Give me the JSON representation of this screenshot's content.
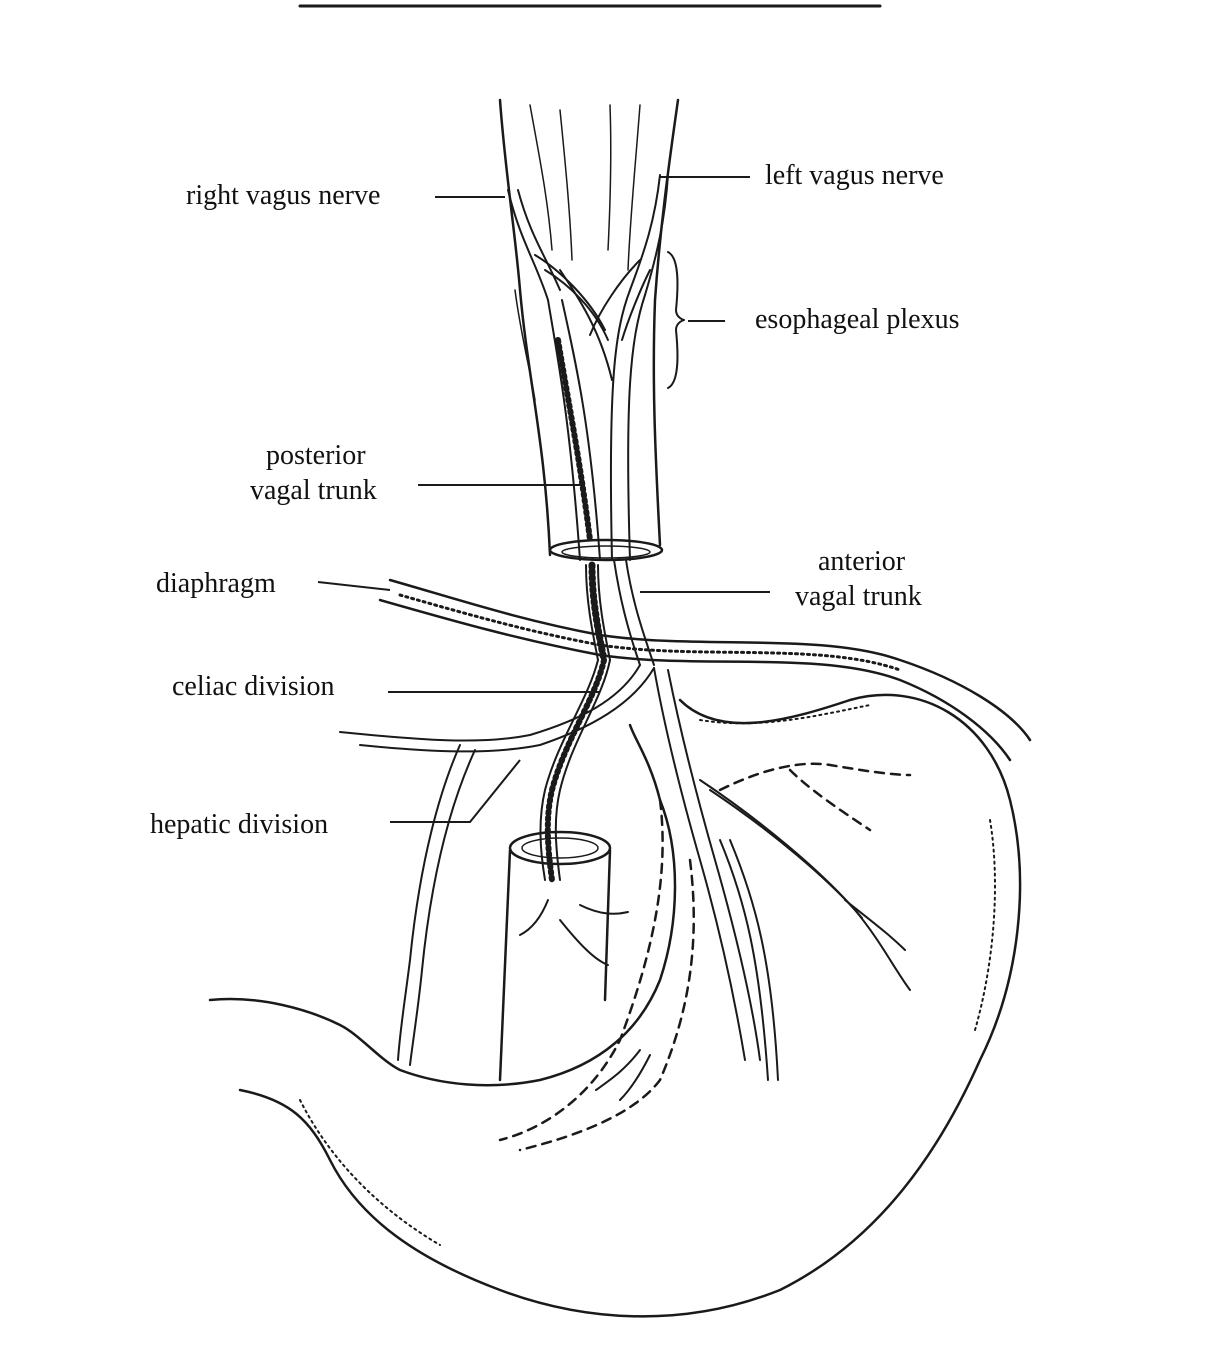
{
  "diagram": {
    "labels": {
      "right_vagus_nerve": "right vagus nerve",
      "left_vagus_nerve": "left vagus nerve",
      "esophageal_plexus": "esophageal plexus",
      "posterior_vagal_trunk_line1": "posterior",
      "posterior_vagal_trunk_line2": "vagal trunk",
      "anterior_vagal_trunk_line1": "anterior",
      "anterior_vagal_trunk_line2": "vagal trunk",
      "diaphragm": "diaphragm",
      "celiac_division": "celiac division",
      "hepatic_division": "hepatic division"
    },
    "colors": {
      "ink": "#1a1a1a",
      "background": "#ffffff"
    }
  }
}
